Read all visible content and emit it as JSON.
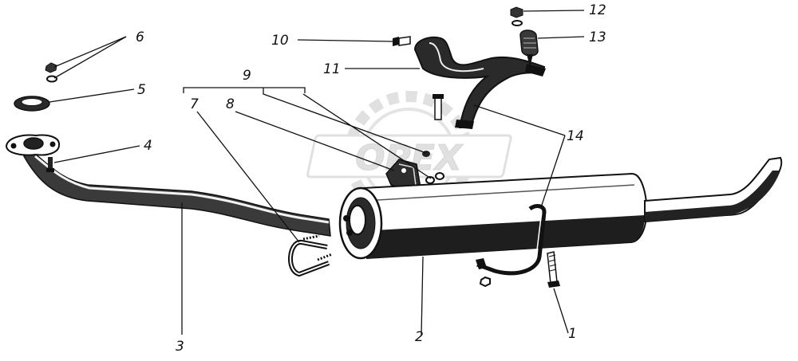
{
  "diagram": {
    "callouts": [
      {
        "id": "c1",
        "label": "1"
      },
      {
        "id": "c2",
        "label": "2"
      },
      {
        "id": "c3",
        "label": "3"
      },
      {
        "id": "c4",
        "label": "4"
      },
      {
        "id": "c5",
        "label": "5"
      },
      {
        "id": "c6",
        "label": "6"
      },
      {
        "id": "c7",
        "label": "7"
      },
      {
        "id": "c8",
        "label": "8"
      },
      {
        "id": "c9",
        "label": "9"
      },
      {
        "id": "c10",
        "label": "10"
      },
      {
        "id": "c11",
        "label": "11"
      },
      {
        "id": "c12",
        "label": "12"
      },
      {
        "id": "c13",
        "label": "13"
      },
      {
        "id": "c14",
        "label": "14"
      }
    ],
    "watermark": "OPEX",
    "colors": {
      "ink": "#111111",
      "watermark": "#c8c8c8",
      "paper": "#ffffff"
    }
  }
}
